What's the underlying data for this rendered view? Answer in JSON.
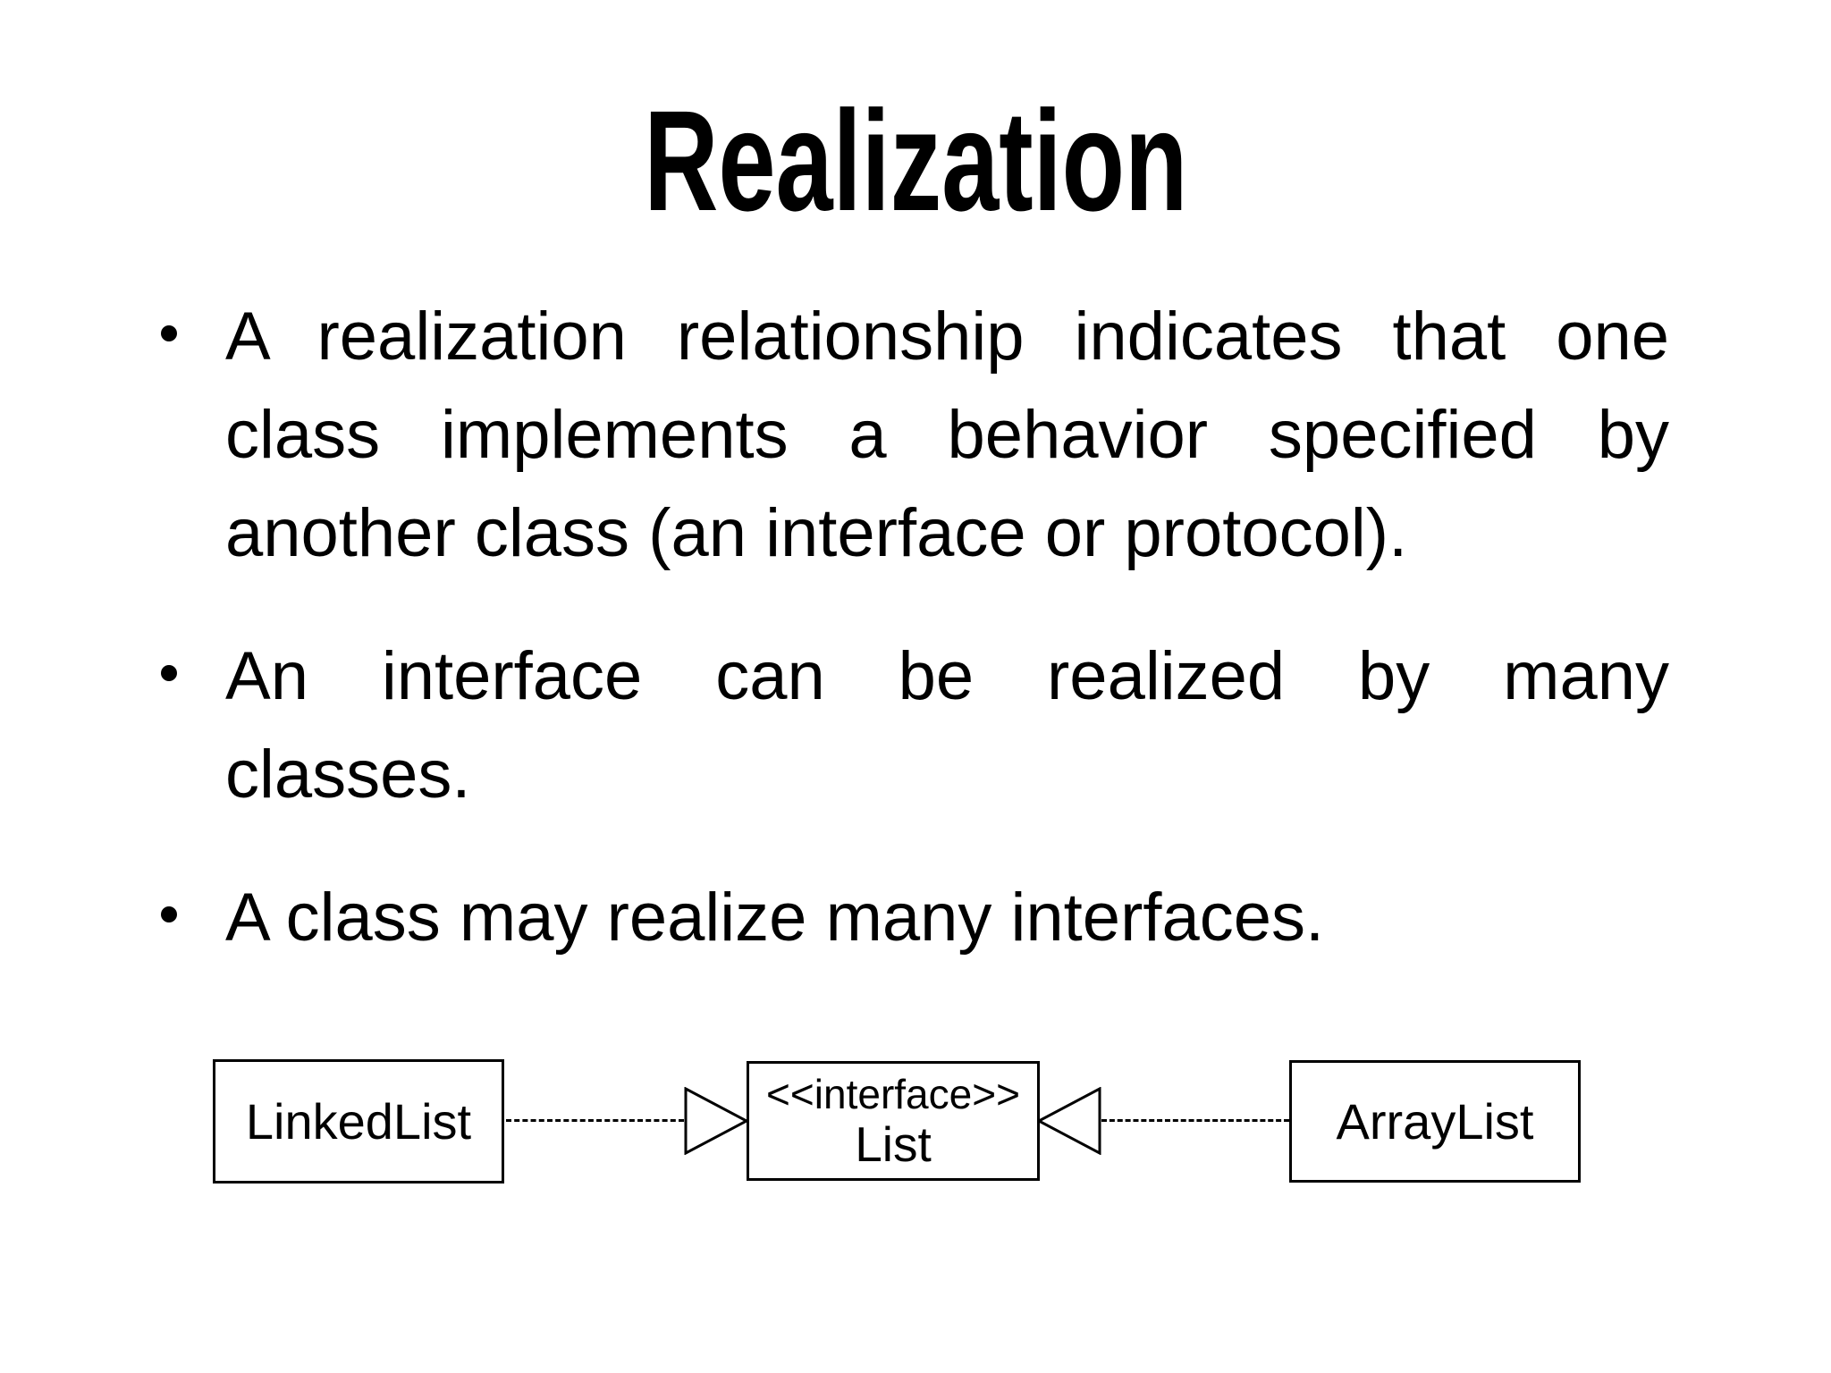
{
  "slide": {
    "title": "Realization",
    "bullets": {
      "b1": {
        "line1": "A realization relationship indicates that one",
        "line2": "class implements a behavior specified by",
        "line3": "another class (an interface or protocol)."
      },
      "b2": {
        "line1": "An interface can be realized by many",
        "line2": "classes."
      },
      "b3": {
        "line1": "A class may realize many interfaces."
      }
    },
    "diagram": {
      "linkedlist_label": "LinkedList",
      "interface_stereotype": "<<interface>>",
      "interface_name": "List",
      "arraylist_label": "ArrayList"
    },
    "colors": {
      "background": "#ffffff",
      "text": "#000000",
      "box_border": "#000000"
    }
  }
}
